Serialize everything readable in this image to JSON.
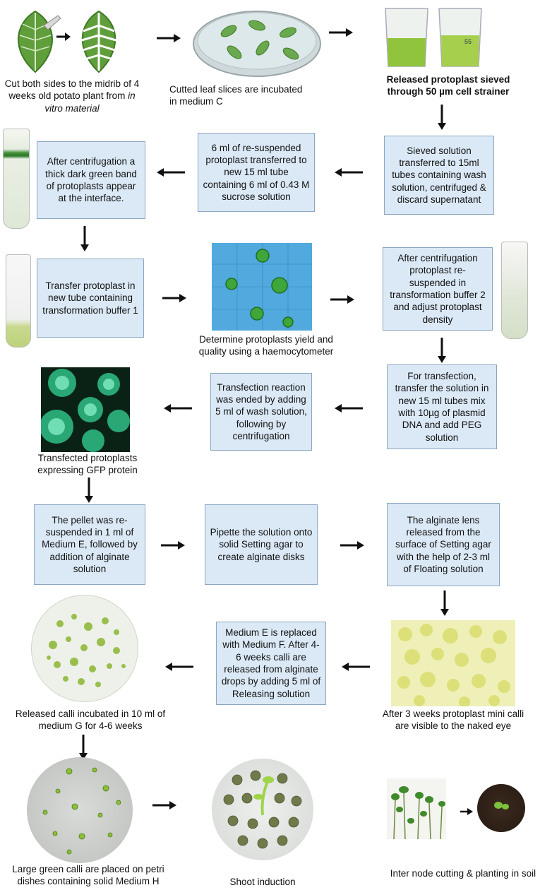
{
  "steps": {
    "s1_caption": "Cut both sides to the midrib of 4 weeks old potato plant from",
    "s1_caption_italic": "in vitro material",
    "s2_caption": "Cutted leaf slices are incubated in medium C",
    "s3_caption": "Released protoplast sieved through 50 µm cell strainer",
    "s4_box": "Sieved solution transferred to 15ml tubes containing wash solution, centrifuged & discard supernatant",
    "s5_box": "6 ml of re-suspended protoplast transferred to new 15 ml tube containing 6 ml of 0.43 M sucrose solution",
    "s6_box": "After centrifugation a thick dark green band of protoplasts appear at the interface.",
    "s7_box": "Transfer protoplast in new tube containing transformation buffer 1",
    "s8_caption": "Determine protoplasts yield and quality using a haemocytometer",
    "s9_box": "After centrifugation protoplast re-suspended in transformation buffer 2 and adjust protoplast density",
    "s10_box": "For transfection, transfer the solution in new 15 ml tubes mix with 10µg of plasmid DNA and add PEG solution",
    "s11_box": "Transfection reaction was ended by adding 5 ml of wash solution, following by centrifugation",
    "s12_caption": "Transfected protoplasts expressing GFP protein",
    "s13_box": "The pellet was re-suspended in 1 ml of Medium E, followed by addition of alginate solution",
    "s14_box": "Pipette the solution onto solid Setting agar to create alginate disks",
    "s15_box": "The alginate lens released from the surface of Setting agar with the help of 2-3 ml of Floating solution",
    "s16_caption": "After 3 weeks protoplast mini calli are visible to the naked eye",
    "s17_box": "Medium E is replaced with Medium F. After 4-6 weeks calli are released from alginate drops by adding 5 ml of Releasing solution",
    "s18_caption": "Released calli incubated in 10 ml of medium G for 4-6 weeks",
    "s19_caption": "Large green calli are placed on petri dishes containing solid Medium H",
    "s20_caption": "Shoot induction",
    "s21_caption": "Inter node cutting & planting in soil"
  },
  "beaker_labels": {
    "left": "",
    "right": "55"
  },
  "colors": {
    "box_fill": "#dbe9f6",
    "box_border": "#8aa6c0",
    "arrow": "#111111"
  }
}
